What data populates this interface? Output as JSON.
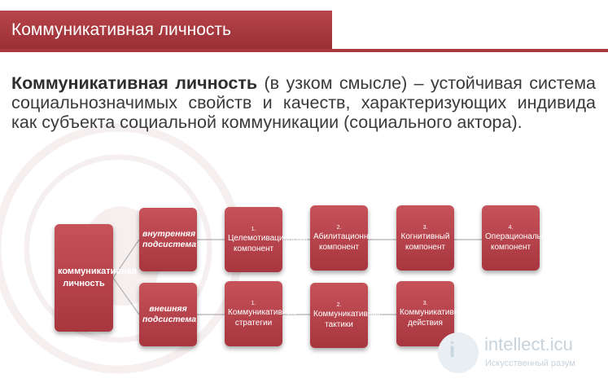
{
  "header": {
    "title": "Коммуникативная личность"
  },
  "definition": {
    "term": "Коммуникативная личность",
    "text": " (в узком смысле) – устойчивая система социальнозначимых свойств и качеств, характеризующих индивида как субъекта социальной коммуникации (социального актора)."
  },
  "diagram": {
    "root": "коммуникативная личность",
    "internal": {
      "label": "внутренняя подсистема",
      "components": [
        {
          "num": "1.",
          "text": "Целемотивационный компонент"
        },
        {
          "num": "2.",
          "text": "Абилитационный компонент"
        },
        {
          "num": "3.",
          "text": "Когнитивный компонент"
        },
        {
          "num": "4.",
          "text": "Операциональный компонент"
        }
      ]
    },
    "external": {
      "label": "внешняя подсистема",
      "components": [
        {
          "num": "1.",
          "text": "Коммуникативные стратегии"
        },
        {
          "num": "2.",
          "text": "Коммуникативные тактики"
        },
        {
          "num": "3.",
          "text": "Коммуникативные действия"
        }
      ]
    }
  },
  "watermark": {
    "name": "intellect.icu",
    "tagline": "Искусственный разум",
    "letter": "i"
  }
}
